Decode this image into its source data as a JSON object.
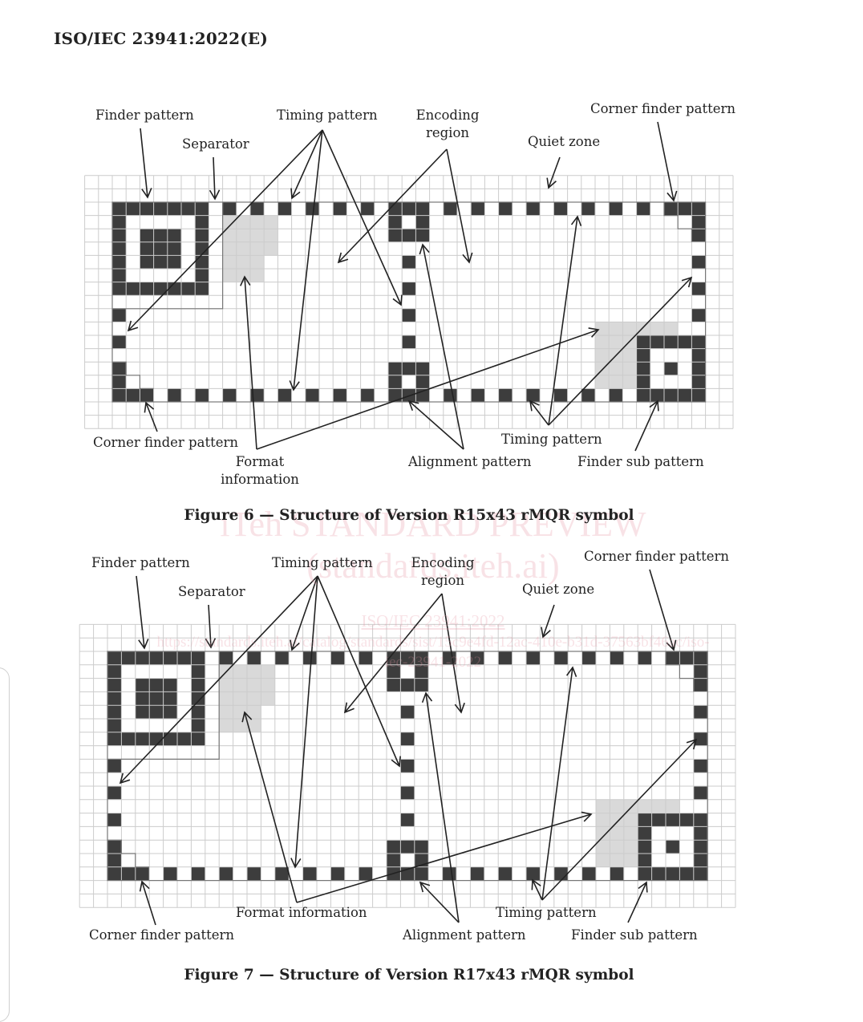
{
  "header": {
    "title": "ISO/IEC 23941:2022(E)"
  },
  "colors": {
    "dark_module": "#3d3d3d",
    "format_info": "#d9d9d9",
    "grid": "#cccccc",
    "watermark": "#e696a5"
  },
  "figures": [
    {
      "caption": "Figure 6 — Structure of Version R15x43 rMQR symbol",
      "rows": 15,
      "cols": 43,
      "labels": {
        "finder_pattern": "Finder pattern",
        "separator": "Separator",
        "timing_pattern_top": "Timing pattern",
        "encoding_region": "Encoding region",
        "corner_finder_top": "Corner finder pattern",
        "quiet_zone": "Quiet zone",
        "corner_finder_bottom": "Corner finder pattern",
        "format_information": "Format information",
        "alignment_pattern": "Alignment pattern",
        "timing_pattern_bottom": "Timing pattern",
        "finder_sub_pattern": "Finder sub pattern"
      }
    },
    {
      "caption": "Figure 7 — Structure of Version R17x43 rMQR symbol",
      "rows": 17,
      "cols": 43,
      "labels": {
        "finder_pattern": "Finder pattern",
        "separator": "Separator",
        "timing_pattern_top": "Timing pattern",
        "encoding_region": "Encoding region",
        "corner_finder_top": "Corner finder pattern",
        "quiet_zone": "Quiet zone",
        "corner_finder_bottom": "Corner finder pattern",
        "format_information": "Format information",
        "alignment_pattern": "Alignment pattern",
        "timing_pattern_bottom": "Timing pattern",
        "finder_sub_pattern": "Finder sub pattern"
      }
    }
  ],
  "watermark": {
    "line1": "iTeh STANDARD PREVIEW",
    "line2": "(standards.iteh.ai)",
    "line3": "ISO/IEC 23941:2022",
    "line4": "https://standards.iteh.ai/catalog/standards/sist/15c9e4fd-12ac-410e-b31d-37563bf46ac/iso-",
    "line5": "iec-23941-2022"
  }
}
